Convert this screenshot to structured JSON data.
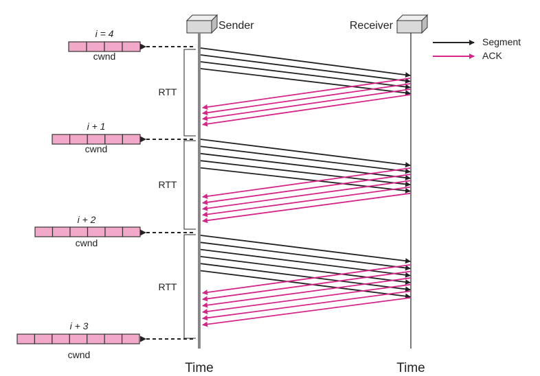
{
  "sender_label": "Sender",
  "receiver_label": "Receiver",
  "time_label_sender": "Time",
  "time_label_receiver": "Time",
  "legend": {
    "segment_label": "Segment",
    "ack_label": "ACK",
    "segment_color": "#222222",
    "ack_color": "#d6258a"
  },
  "cwnd_fill_color": "#f2a9c9",
  "windows": [
    {
      "label": "i = 4",
      "cwnd_label": "cwnd",
      "segments": 4
    },
    {
      "label": "i + 1",
      "cwnd_label": "cwnd",
      "segments": 5
    },
    {
      "label": "i + 2",
      "cwnd_label": "cwnd",
      "segments": 6
    },
    {
      "label": "i + 3",
      "cwnd_label": "cwnd",
      "segments": 7
    }
  ],
  "rtt_labels": [
    "RTT",
    "RTT",
    "RTT"
  ]
}
